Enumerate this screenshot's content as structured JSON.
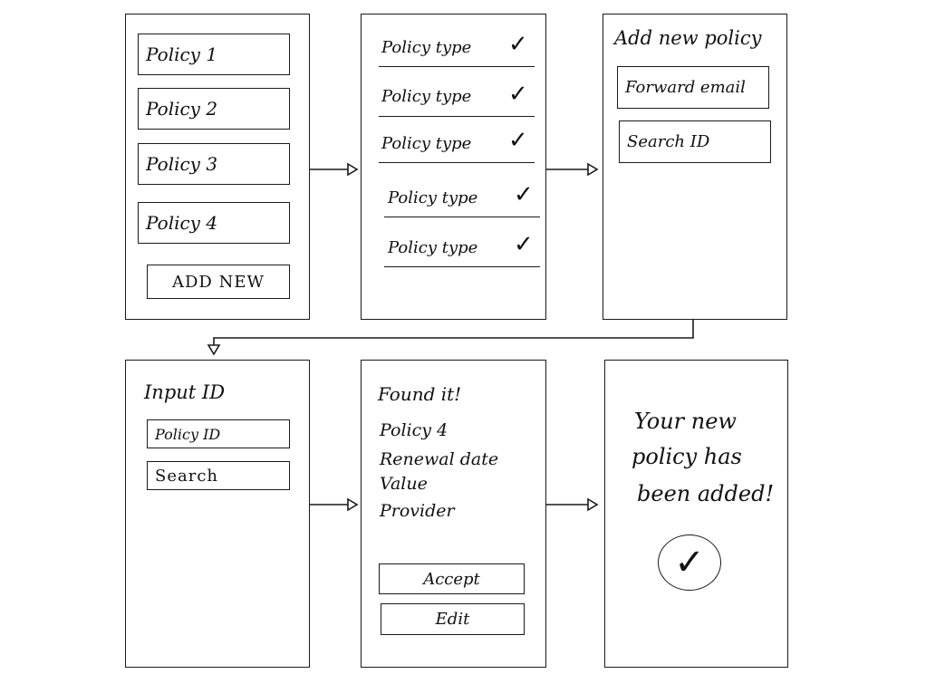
{
  "screen1": {
    "items": [
      "Policy 1",
      "Policy 2",
      "Policy 3",
      "Policy 4"
    ],
    "add_button": "ADD NEW"
  },
  "screen2": {
    "rows": [
      {
        "label": "Policy type",
        "check": "✓"
      },
      {
        "label": "Policy type",
        "check": "✓"
      },
      {
        "label": "Policy type",
        "check": "✓"
      },
      {
        "label": "Policy type",
        "check": "✓"
      },
      {
        "label": "Policy type",
        "check": "✓"
      }
    ]
  },
  "screen3": {
    "title": "Add new policy",
    "forward_button": "Forward email",
    "search_button": "Search ID"
  },
  "screen4": {
    "title": "Input ID",
    "input_value": "Policy ID",
    "search_button": "Search"
  },
  "screen5": {
    "title": "Found it!",
    "details": [
      "Policy 4",
      "Renewal date",
      "Value",
      "Provider"
    ],
    "accept_button": "Accept",
    "edit_button": "Edit"
  },
  "screen6": {
    "message_lines": [
      "Your new",
      "policy has",
      "been added!"
    ],
    "check_symbol": "✓"
  }
}
